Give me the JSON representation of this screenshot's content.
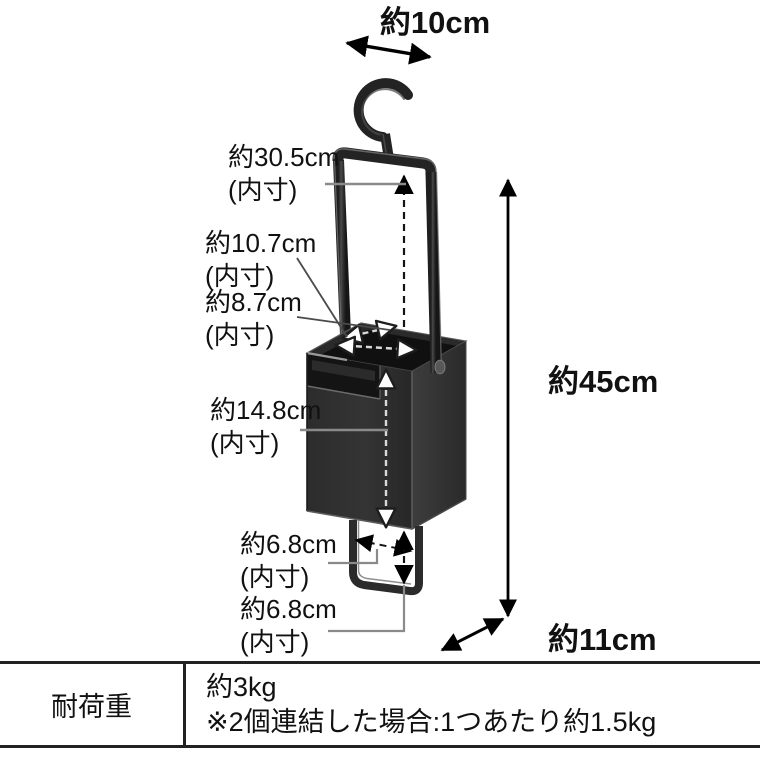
{
  "diagram": {
    "labels": {
      "width_top": "約10cm",
      "height_right": "約45cm",
      "depth_bottom": "約11cm",
      "inner_note": "(内寸)",
      "handle_inner_height": "約30.5cm",
      "opening_depth": "約10.7cm",
      "opening_width": "約8.7cm",
      "body_inner_height": "約14.8cm",
      "bracket_depth": "約6.8cm",
      "bracket_height": "約6.8cm"
    }
  },
  "spec_table": {
    "rows": [
      {
        "label": "耐荷重",
        "lines": [
          "約3kg",
          "※2個連結した場合:1つあたり約1.5kg"
        ]
      }
    ]
  },
  "colors": {
    "product_dark": "#2f2f2f",
    "product_side": "#3a3a3a",
    "interior": "#151515",
    "leader": "#8a8a8a",
    "text": "#111111"
  }
}
